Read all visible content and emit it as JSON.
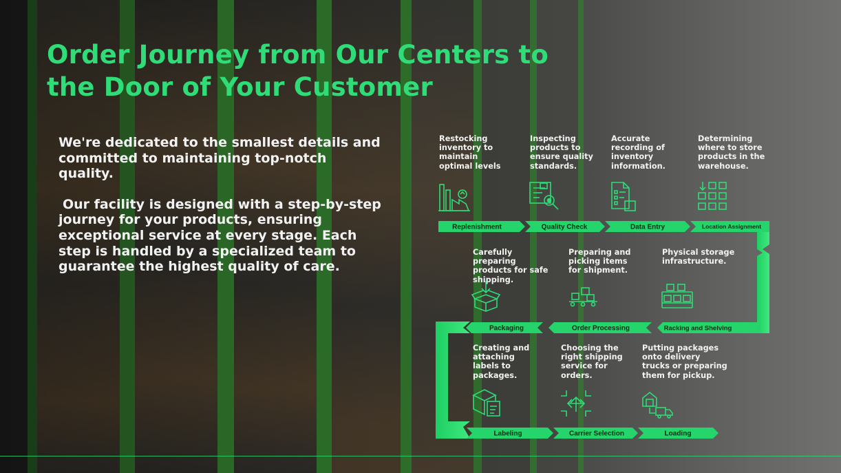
{
  "title": "Order Journey from Our Centers to the Door of Your Customer",
  "intro": {
    "paragraph1": "We're dedicated to the smallest details and committed to maintaining top-notch quality.",
    "paragraph2": "Our facility is designed with a step-by-step journey for your products, ensuring exceptional service at every stage. Each step is handled by a specialized team to guarantee the highest quality of care."
  },
  "colors": {
    "accent": "#2fdc77",
    "text": "#f2f2f2",
    "label_text": "#0b2a16"
  },
  "stages": [
    {
      "label": "Replenishment",
      "description": "Restocking inventory to maintain optimal levels",
      "icon": "factory-icon"
    },
    {
      "label": "Quality Check",
      "description": "Inspecting products to ensure quality standards.",
      "icon": "inspection-icon"
    },
    {
      "label": "Data Entry",
      "description": "Accurate recording of inventory information.",
      "icon": "document-icon"
    },
    {
      "label": "Location Assignment",
      "description": "Determining where to store products in the warehouse.",
      "icon": "storage-grid-icon"
    },
    {
      "label": "Racking and Shelving",
      "description": "Physical storage infrastructure.",
      "icon": "shelving-icon"
    },
    {
      "label": "Order Processing",
      "description": "Preparing and picking items for shipment.",
      "icon": "conveyor-icon"
    },
    {
      "label": "Packaging",
      "description": "Carefully preparing products for safe shipping.",
      "icon": "open-box-icon"
    },
    {
      "label": "Labeling",
      "description": "Creating and attaching labels to packages.",
      "icon": "labeled-box-icon"
    },
    {
      "label": "Carrier Selection",
      "description": "Choosing the right shipping service for orders.",
      "icon": "directions-icon"
    },
    {
      "label": "Loading",
      "description": "Putting packages onto delivery trucks or preparing them for pickup.",
      "icon": "delivery-truck-icon"
    }
  ]
}
